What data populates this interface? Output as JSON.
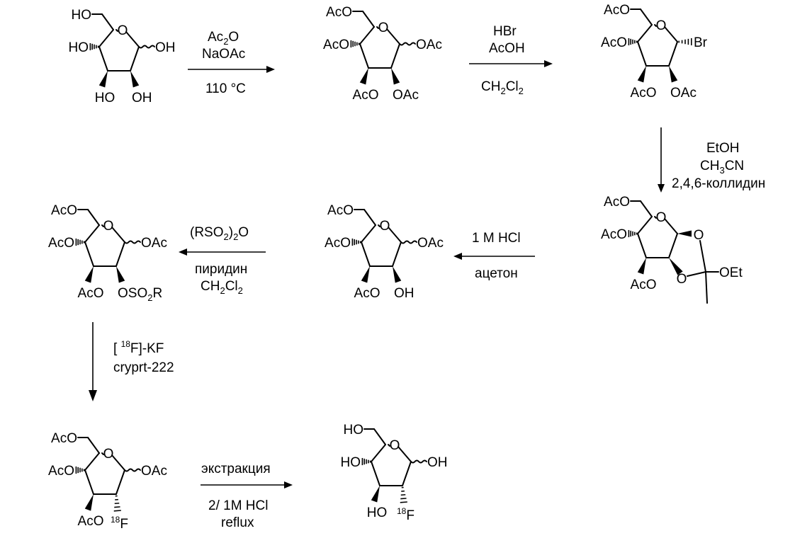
{
  "molecules": [
    {
      "id": "glucose",
      "ring_O": "O",
      "labels": {
        "c6": "HO",
        "c4": "HO",
        "c3": "HO",
        "c2": "OH",
        "c1": "OH"
      },
      "types": {
        "c4": "hash",
        "c3": "bold",
        "c2": "bold",
        "c1": "wavy",
        "c6": "plain"
      }
    },
    {
      "id": "pentaacetate",
      "ring_O": "O",
      "labels": {
        "c6": "AcO",
        "c4": "AcO",
        "c3": "AcO",
        "c2": "OAc",
        "c1": "OAc"
      },
      "types": {
        "c4": "hash",
        "c3": "bold",
        "c2": "bold",
        "c1": "wavy",
        "c6": "plain"
      }
    },
    {
      "id": "glycosyl-bromide",
      "ring_O": "O",
      "labels": {
        "c6": "AcO",
        "c4": "AcO",
        "c3": "AcO",
        "c2": "OAc",
        "c1": "Br"
      },
      "types": {
        "c4": "hash",
        "c3": "bold",
        "c2": "bold",
        "c1": "hash",
        "c6": "plain"
      }
    },
    {
      "id": "orthoester",
      "ring_O": "O",
      "labels": {
        "c6": "AcO",
        "c4": "AcO",
        "c3": "AcO",
        "o1": "O",
        "o2": "O",
        "oet": "OEt"
      },
      "types": {
        "c4": "hash",
        "c3": "bold",
        "c6": "plain"
      }
    },
    {
      "id": "tetraacetate-2-oh",
      "ring_O": "O",
      "labels": {
        "c6": "AcO",
        "c4": "AcO",
        "c3": "AcO",
        "c2": "OH",
        "c1": "OAc"
      },
      "types": {
        "c4": "hash",
        "c3": "bold",
        "c2": "bold",
        "c1": "wavy",
        "c6": "plain"
      }
    },
    {
      "id": "triflate",
      "ring_O": "O",
      "labels": {
        "c6": "AcO",
        "c4": "AcO",
        "c3": "AcO",
        "c2": "OSO",
        "c2_sub": "2",
        "c2_tail": "R",
        "c1": "OAc"
      },
      "types": {
        "c4": "hash",
        "c3": "bold",
        "c2": "bold",
        "c1": "wavy",
        "c6": "plain"
      }
    },
    {
      "id": "fluoro-tetraacetate",
      "ring_O": "O",
      "labels": {
        "c6": "AcO",
        "c4": "AcO",
        "c3": "AcO",
        "c2_sup": "18",
        "c2": "F",
        "c1": "OAc"
      },
      "types": {
        "c4": "hash",
        "c3": "bold",
        "c2": "hash",
        "c1": "wavy",
        "c6": "plain"
      }
    },
    {
      "id": "fdg",
      "ring_O": "O",
      "labels": {
        "c6": "HO",
        "c4": "HO",
        "c3": "HO",
        "c2_sup": "18",
        "c2": "F",
        "c1": "OH"
      },
      "types": {
        "c4": "hash",
        "c3": "bold",
        "c2": "hash",
        "c1": "wavy",
        "c6": "plain"
      }
    }
  ],
  "steps": {
    "step1": {
      "reagent_a": "Ac",
      "reagent_a_sub": "2",
      "reagent_a_tail": "O",
      "reagent_b": "NaOAc",
      "condition": "110 °C"
    },
    "step2": {
      "reagent_a": "HBr",
      "reagent_b": "AcOH",
      "solvent": "CH",
      "solvent_sub1": "2",
      "solvent_mid": "Cl",
      "solvent_sub2": "2"
    },
    "step3": {
      "line1": "EtOH",
      "line2": "CH",
      "line2_sub": "3",
      "line2_tail": "CN",
      "line3": "2,4,6-коллидин"
    },
    "step4": {
      "reagent": "1 M HCl",
      "solvent": "ацетон"
    },
    "step5": {
      "reagent": "(RSO",
      "reagent_sub1": "2",
      "reagent_mid": ")",
      "reagent_sub2": "2",
      "reagent_tail": "O",
      "base": "пиридин",
      "solvent": "CH",
      "solvent_sub1": "2",
      "solvent_mid": "Cl",
      "solvent_sub2": "2"
    },
    "step6": {
      "reagent_pre": "[ ",
      "reagent_sup": "18",
      "reagent_tail": "F]-KF",
      "additive": "cryprt-222"
    },
    "step7": {
      "line1": "экстракция",
      "line2": "2/ 1M HCl",
      "line3": "reflux"
    }
  }
}
